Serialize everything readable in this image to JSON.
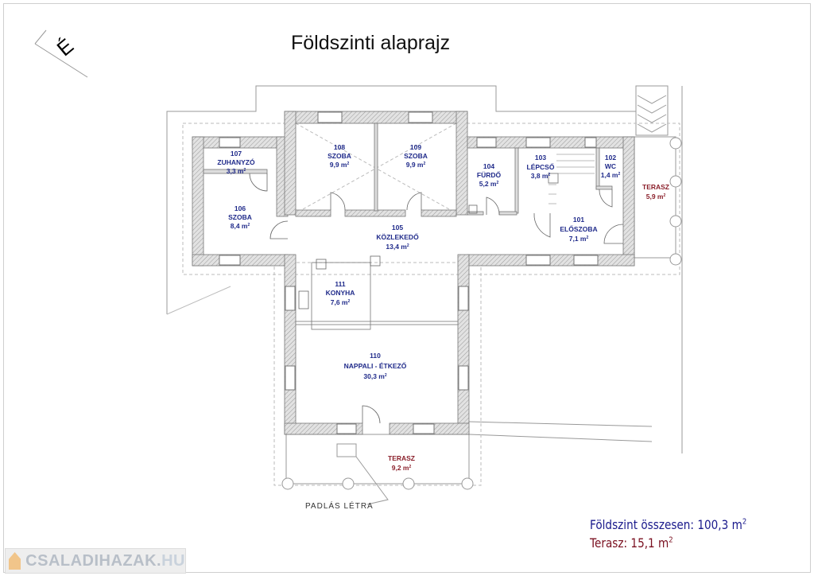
{
  "title": "Földszinti alaprajz",
  "north_marker": "É",
  "rooms": [
    {
      "no": "107",
      "name": "ZUHANYZÓ",
      "area": "3,3 m",
      "sup": "2"
    },
    {
      "no": "106",
      "name": "SZOBA",
      "area": "8,4 m",
      "sup": "2"
    },
    {
      "no": "108",
      "name": "SZOBA",
      "area": "9,9 m",
      "sup": "2"
    },
    {
      "no": "109",
      "name": "SZOBA",
      "area": "9,9 m",
      "sup": "2"
    },
    {
      "no": "104",
      "name": "FÜRDŐ",
      "area": "5,2 m",
      "sup": "2"
    },
    {
      "no": "103",
      "name": "LÉPCSŐ",
      "area": "3,8 m",
      "sup": "2"
    },
    {
      "no": "102",
      "name": "WC",
      "area": "1,4 m",
      "sup": "2"
    },
    {
      "no": "105",
      "name": "KÖZLEKEDŐ",
      "area": "13,4 m",
      "sup": "2"
    },
    {
      "no": "101",
      "name": "ELŐSZOBA",
      "area": "7,1 m",
      "sup": "2"
    },
    {
      "no": "111",
      "name": "KONYHA",
      "area": "7,6 m",
      "sup": "2"
    },
    {
      "no": "110",
      "name": "NAPPALI - ÉTKEZŐ",
      "area": "30,3 m",
      "sup": "2"
    }
  ],
  "terraces": [
    {
      "name": "TERASZ",
      "area": "5,9 m",
      "sup": "2"
    },
    {
      "name": "TERASZ",
      "area": "9,2 m",
      "sup": "2"
    }
  ],
  "attic_ladder_label": "PADLÁS LÉTRA",
  "summary": {
    "ground_total_label": "Földszint összesen: 100,3 m",
    "terrace_total_label": "Terasz: 15,1 m",
    "sup": "2"
  },
  "watermark": {
    "main": "CSALADIHAZAK.",
    "suffix": "HU"
  },
  "colors": {
    "room_label": "#1f2a8a",
    "terrace_label": "#8a1f2a",
    "wall": "#c8c8c8"
  }
}
